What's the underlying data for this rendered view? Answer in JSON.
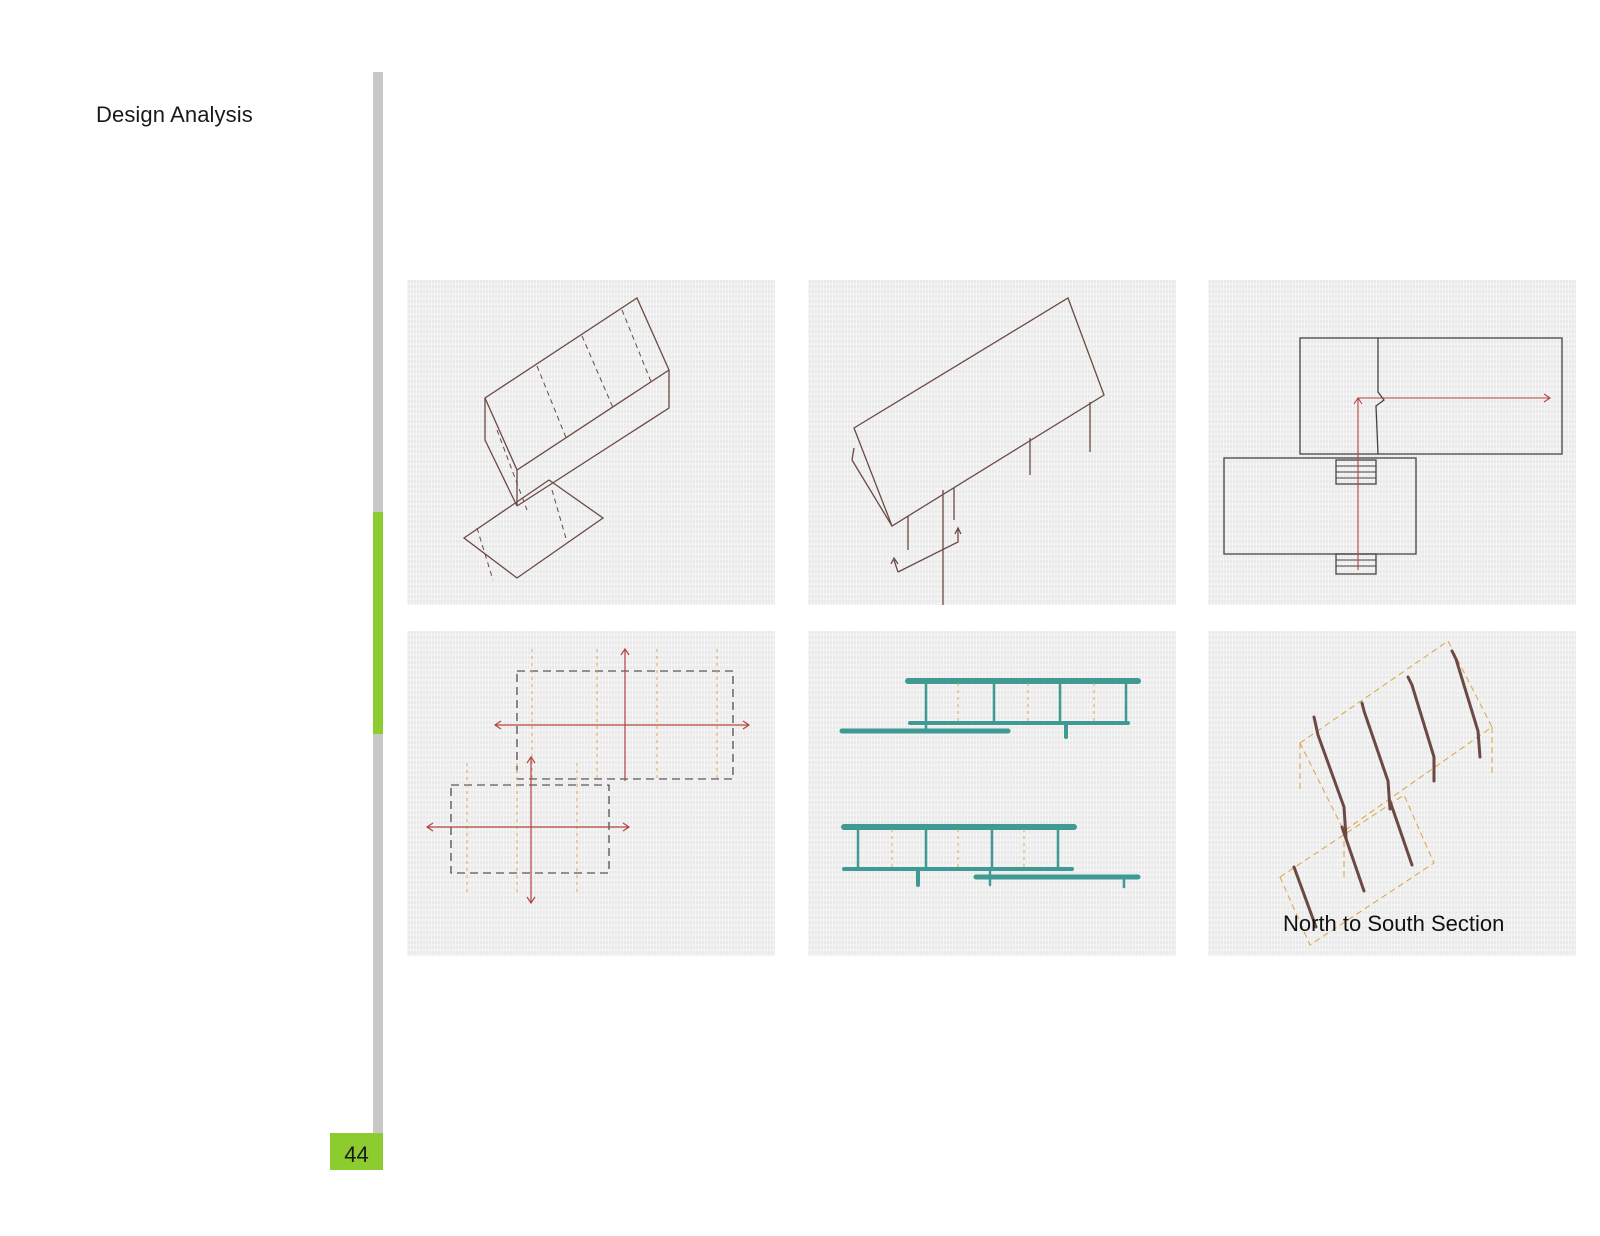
{
  "header": {
    "title": "Design Analysis"
  },
  "footer": {
    "page_number": "44"
  },
  "sketches": {
    "section_caption": "North to South Section"
  },
  "colors": {
    "accent_green": "#8ccc2e",
    "rule_grey": "#c8c8c8",
    "ink_brown": "#6b4a44",
    "ink_red": "#b3443f",
    "ink_teal": "#3f9a94",
    "ink_orange": "#d9a441"
  }
}
